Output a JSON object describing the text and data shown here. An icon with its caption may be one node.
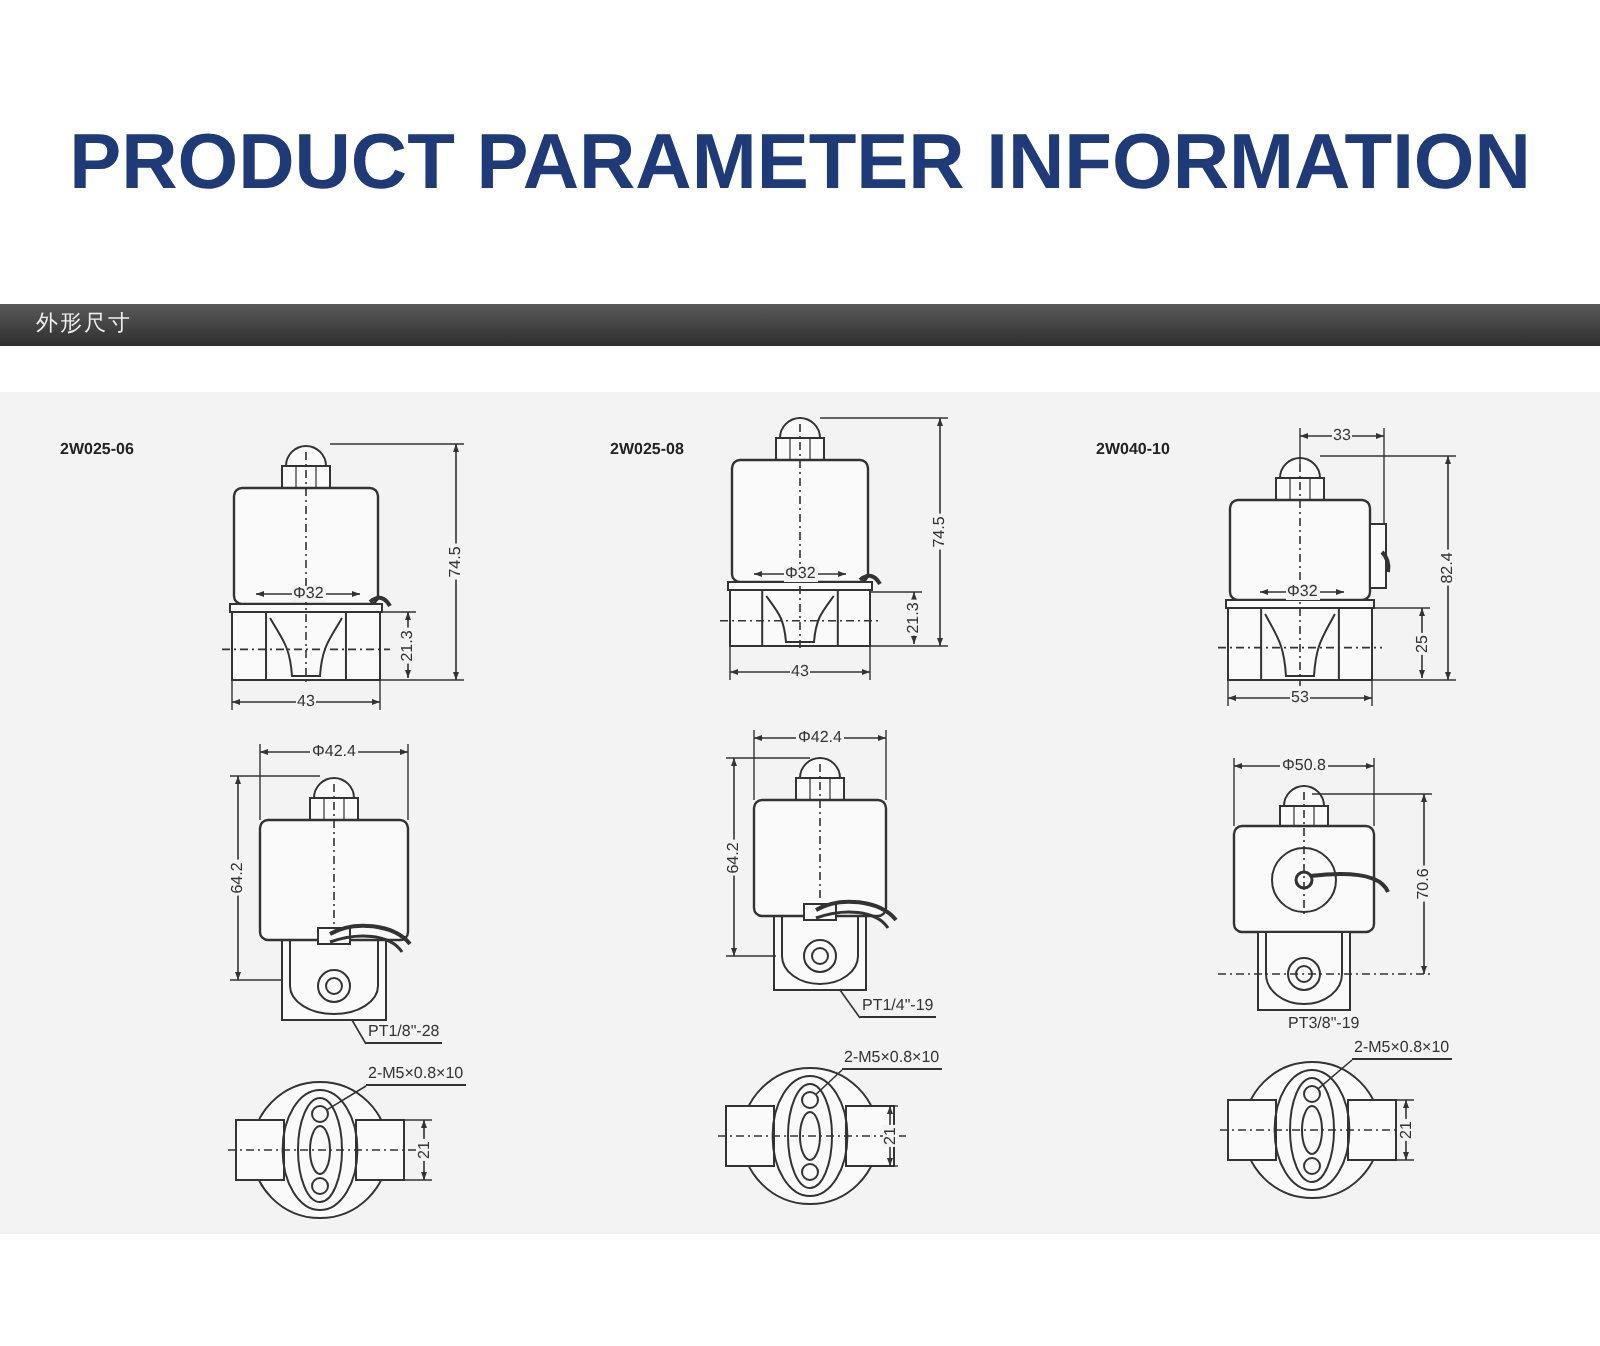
{
  "diagram": {
    "title": "PRODUCT PARAMETER INFORMATION",
    "nodes": [
      {
        "text": [
          "PT1/8\"-28"
        ]
      },
      {
        "text": [
          "PT1/4\"-19"
        ]
      },
      {
        "text": [
          "2-M5×0.8×10"
        ]
      },
      {
        "text": [
          "2-M5×0.8×10"
        ]
      },
      {
        "text": [
          "2-M5×0.8×10"
        ]
      },
      {
        "text": [],
        "shape": "box"
      },
      {
        "text": [],
        "shape": "box"
      },
      {
        "text": [],
        "shape": "circle"
      },
      {
        "text": [],
        "shape": "circle"
      },
      {
        "text": [],
        "shape": "circle"
      }
    ],
    "edges": [
      {
        "from": 0,
        "to": 5,
        "arrow": "none"
      },
      {
        "from": 1,
        "to": 6,
        "arrow": "none"
      },
      {
        "from": 2,
        "to": 7,
        "arrow": "none"
      },
      {
        "from": 3,
        "to": 8,
        "arrow": "none"
      },
      {
        "from": 4,
        "to": 9,
        "arrow": "none"
      }
    ],
    "labels": [
      "外形尺寸",
      "2W025-06",
      "2W025-08",
      "2W040-10",
      "33",
      "74.5",
      "74.5",
      "82.4",
      "Φ32",
      "Φ32",
      "Φ32",
      "21.3",
      "21.3",
      "25",
      "43",
      "43",
      "53",
      "Φ42.4",
      "Φ42.4",
      "Φ50.8",
      "64.2",
      "64.2",
      "70.6",
      "PT3/8\"-19",
      "21",
      "21",
      "21"
    ]
  }
}
